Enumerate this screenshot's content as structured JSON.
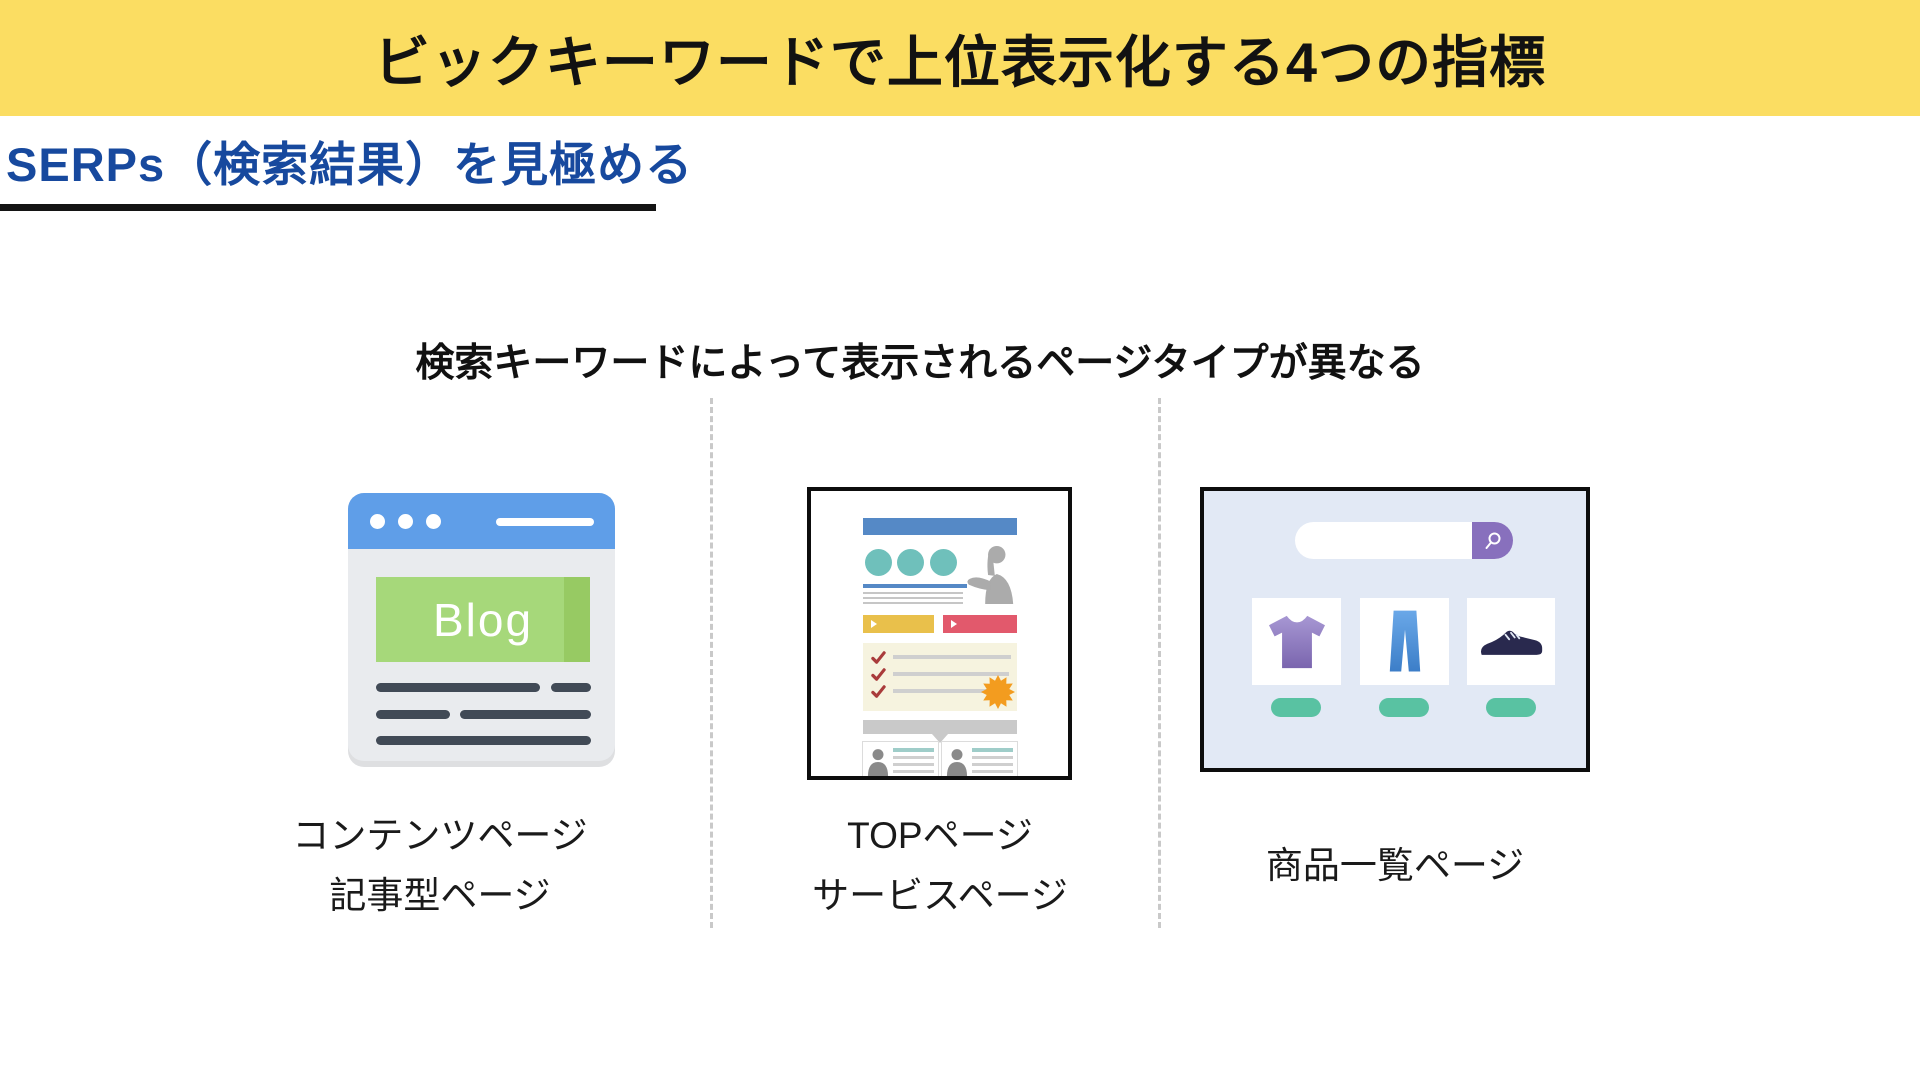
{
  "slide": {
    "title": "ビックキーワードで上位表示化する4つの指標",
    "section_heading": "SERPs（検索結果）を見極める",
    "subtitle": "検索キーワードによって表示されるページタイプが異なる"
  },
  "columns": [
    {
      "id": "content-page",
      "illustration": "blog-browser",
      "browser_text": "Blog",
      "labels": [
        "コンテンツページ",
        "記事型ページ"
      ]
    },
    {
      "id": "top-page",
      "illustration": "top-page-mock",
      "labels": [
        "TOPページ",
        "サービスページ"
      ]
    },
    {
      "id": "product-list",
      "illustration": "ecommerce-grid",
      "labels": [
        "商品一覧ページ"
      ]
    }
  ],
  "colors": {
    "banner_bg": "#FBDD62",
    "heading_blue": "#17499E",
    "underline_black": "#141414",
    "divider_gray": "#C9C9C9",
    "browser_bar_blue": "#5F9EE8",
    "browser_body_gray": "#E9EBEE",
    "blog_green": "#A6D87A",
    "text_line_dark": "#414A56",
    "mock_header_blue": "#5589C6",
    "mock_circle_teal": "#6FC0BB",
    "mock_button_yellow": "#E9C04B",
    "mock_button_red": "#E2596C",
    "mock_panel_cream": "#F6F3DF",
    "mock_star_orange": "#F39C1F",
    "mock_check_red": "#A93B3B",
    "shop_bg_blue": "#E2E9F5",
    "shop_search_purple": "#8870BD",
    "shop_pill_teal": "#59C2A2",
    "tshirt_purple": "#8D7BC0",
    "pants_blue": "#4286C5",
    "shoe_navy": "#29294E"
  }
}
